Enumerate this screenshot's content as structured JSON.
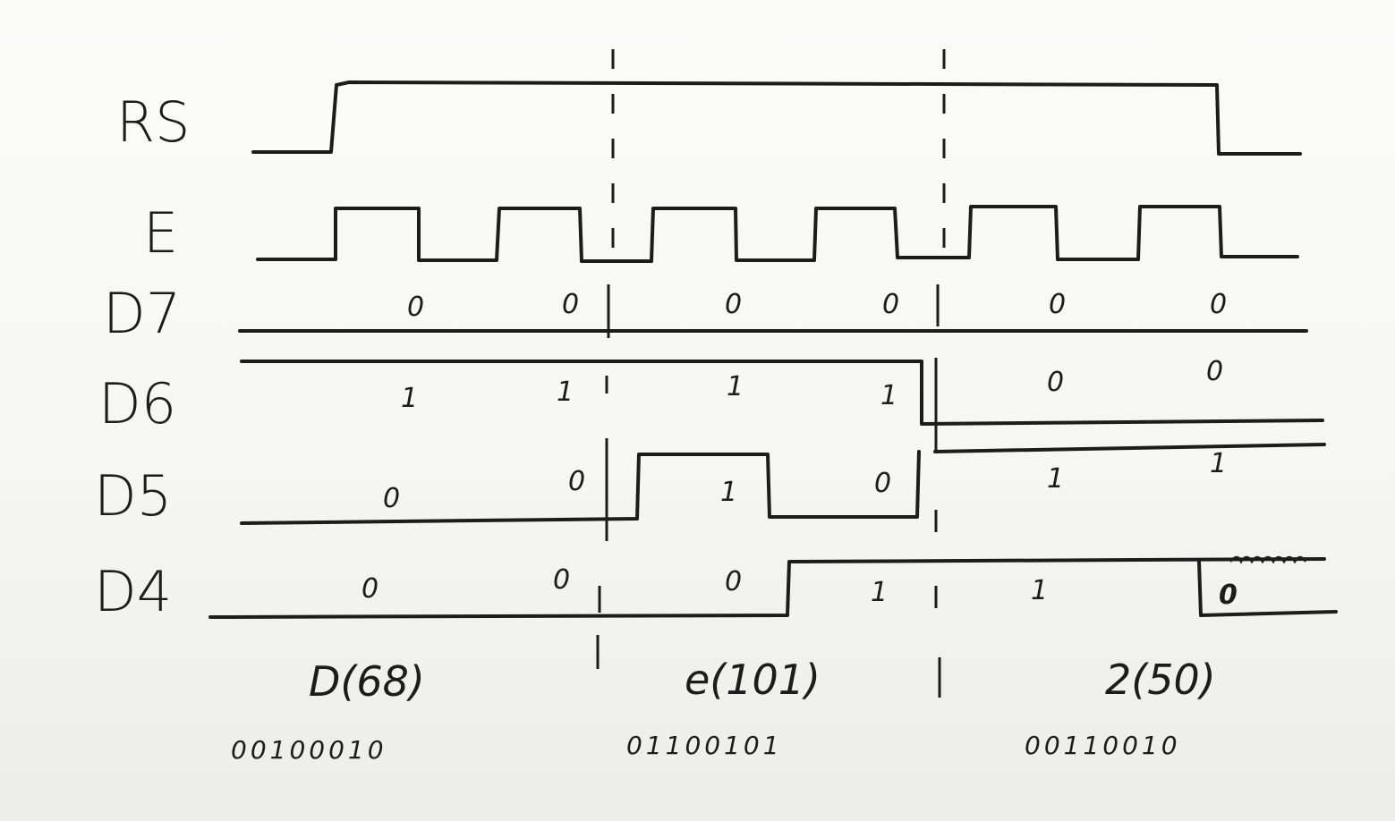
{
  "signals": [
    "RS",
    "E",
    "D7",
    "D6",
    "D5",
    "D4"
  ],
  "bits": {
    "D7": [
      "0",
      "0",
      "0",
      "0",
      "0",
      "0"
    ],
    "D6": [
      "1",
      "1",
      "1",
      "1",
      "0",
      "0"
    ],
    "D5": [
      "0",
      "0",
      "1",
      "0",
      "1",
      "1"
    ],
    "D4": [
      "0",
      "0",
      "0",
      "1",
      "1",
      "0"
    ]
  },
  "characters": [
    {
      "char": "D(68)",
      "binary": "00100010"
    },
    {
      "char": "e(101)",
      "binary": "01100101"
    },
    {
      "char": "2(50)",
      "binary": "00110010"
    }
  ],
  "colors": {
    "ink": "#1c1c1c",
    "paper": "#f8f8f7"
  }
}
